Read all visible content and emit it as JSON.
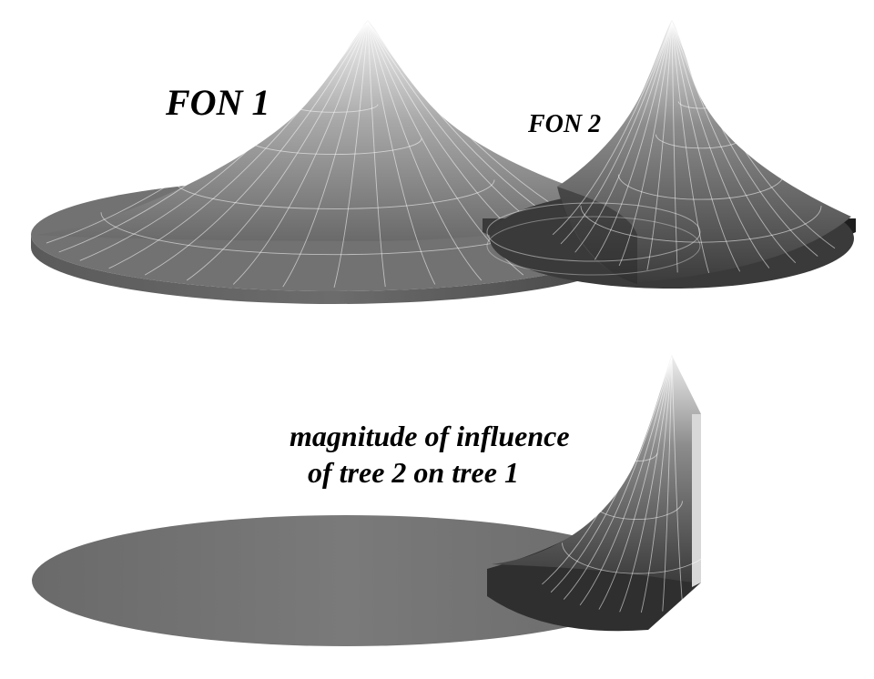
{
  "labels": {
    "fon1": "FON 1",
    "fon2": "FON 2",
    "influence_line1": "magnitude of influence",
    "influence_line2": "of tree 2 on tree 1"
  },
  "colors": {
    "background": "#ffffff",
    "peak": "#f4f4f4",
    "cone_mid": "#8a8a8a",
    "disc_top": "#6e6e6e",
    "disc_side": "#4a4a4a",
    "overlap_dark": "#2e2e2e",
    "mesh_lines": "#ffffff",
    "label_text": "#000000"
  }
}
